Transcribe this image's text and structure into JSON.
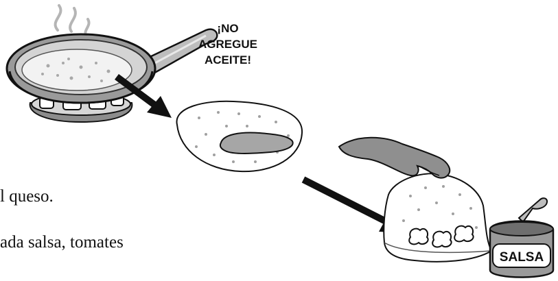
{
  "callout": {
    "line1": "¡NO",
    "line2": "AGREGUE",
    "line3": "ACEITE!"
  },
  "body_text": {
    "line1": "l queso.",
    "line2": "ada salsa, tomates",
    "line3": ""
  },
  "jar": {
    "label": "SALSA"
  }
}
